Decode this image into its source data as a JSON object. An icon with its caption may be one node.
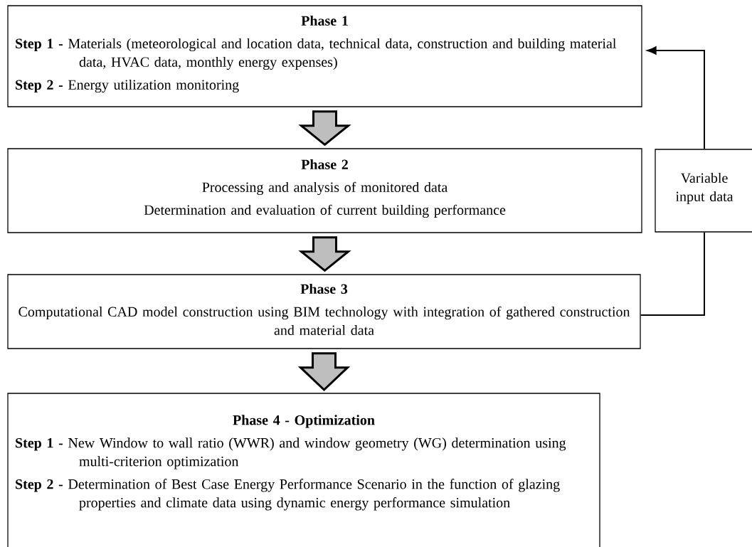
{
  "diagram": {
    "nodes": [
      {
        "text": [
          "Phase 1",
          "**Step 1 -** Materials (meteorological and location data, technical data, construction and building material data, HVAC data, monthly energy expenses)",
          "**Step 2 -** Energy utilization monitoring"
        ]
      },
      {
        "text": [
          "Phase 2",
          "Processing and analysis of monitored data",
          "Determination and evaluation of current building performance"
        ]
      },
      {
        "text": [
          "Phase 3",
          "Computational CAD model construction using BIM technology with integration of gathered construction and material data"
        ]
      },
      {
        "text": [
          "Phase 4 - Optimization",
          "**Step 1 -** New Window to wall ratio (WWR) and window geometry (WG) determination using multi-criterion optimization",
          "**Step 2 -** Determination of Best Case Energy Performance Scenario in the function of glazing properties and climate data using dynamic energy performance simulation"
        ]
      },
      {
        "text": [
          "Variable input data"
        ]
      }
    ],
    "edges": [
      {
        "from": 0,
        "to": 1,
        "arrow": "to",
        "style": "thick"
      },
      {
        "from": 1,
        "to": 2,
        "arrow": "to",
        "style": "thick"
      },
      {
        "from": 2,
        "to": 3,
        "arrow": "to",
        "style": "thick"
      },
      {
        "from": 2,
        "to": 4,
        "arrow": "none"
      },
      {
        "from": 4,
        "to": 0,
        "arrow": "to"
      }
    ]
  }
}
